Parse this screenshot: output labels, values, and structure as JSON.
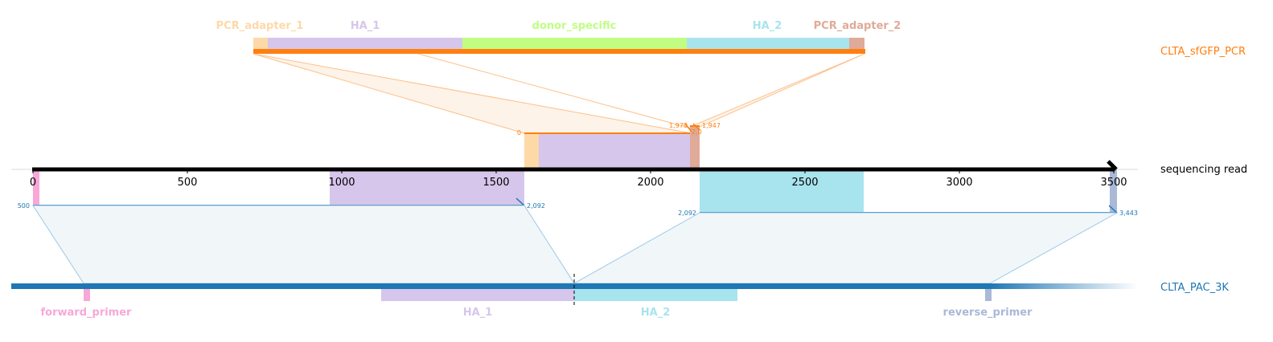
{
  "tracks": {
    "pcr": {
      "label": "CLTA_sfGFP_PCR",
      "color": "#ff7f0e"
    },
    "read": {
      "label": "sequencing read",
      "color": "#000000"
    },
    "ref": {
      "label": "CLTA_PAC_3K",
      "color": "#1f77b4"
    }
  },
  "axis": {
    "ticks": [
      "0",
      "500",
      "1000",
      "1500",
      "2000",
      "2500",
      "3000",
      "3500"
    ]
  },
  "pcr_features": [
    {
      "id": "pcr-adapter-1",
      "label": "PCR_adapter_1",
      "color": "#fdd9a8"
    },
    {
      "id": "ha-1",
      "label": "HA_1",
      "color": "#d6c6eb"
    },
    {
      "id": "donor-specific",
      "label": "donor_specific",
      "color": "#c1fd83"
    },
    {
      "id": "ha-2",
      "label": "HA_2",
      "color": "#a8e4ee"
    },
    {
      "id": "pcr-adapter-2",
      "label": "PCR_adapter_2",
      "color": "#dfaa98"
    }
  ],
  "ref_features": [
    {
      "id": "forward-primer",
      "label": "forward_primer",
      "color": "#f7a8d8"
    },
    {
      "id": "ha-1",
      "label": "HA_1",
      "color": "#d6c6eb"
    },
    {
      "id": "ha-2",
      "label": "HA_2",
      "color": "#a8e4ee"
    },
    {
      "id": "reverse-primer",
      "label": "reverse_primer",
      "color": "#a9b9d7"
    }
  ],
  "alignment_coords": {
    "pcr_left": "0",
    "pcr_mid_a": "1,979",
    "pcr_mid_b": "1,947",
    "pcr_mid_c": "2,0",
    "ref_left_start": "500",
    "ref_left_end": "2,092",
    "ref_right_start": "2,092",
    "ref_right_end": "3,443"
  }
}
